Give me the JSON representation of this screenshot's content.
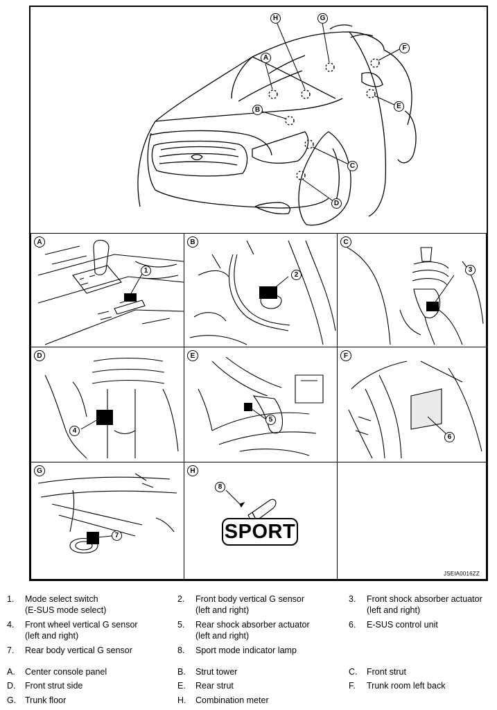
{
  "figure": {
    "reference_code": "JSEIA0016ZZ",
    "overview_markers": [
      "A",
      "B",
      "C",
      "D",
      "E",
      "F",
      "G",
      "H"
    ],
    "panels": [
      {
        "label": "A",
        "callout": "1"
      },
      {
        "label": "B",
        "callout": "2"
      },
      {
        "label": "C",
        "callout": "3"
      },
      {
        "label": "D",
        "callout": "4"
      },
      {
        "label": "E",
        "callout": "5"
      },
      {
        "label": "F",
        "callout": "6"
      },
      {
        "label": "G",
        "callout": "7"
      },
      {
        "label": "H",
        "callout": "8"
      }
    ],
    "sport_lamp_text": "SPORT"
  },
  "legend": {
    "parts": [
      {
        "num": "1.",
        "text": [
          "Mode select switch",
          "(E-SUS mode select)"
        ]
      },
      {
        "num": "2.",
        "text": [
          "Front body vertical G sensor",
          "(left and right)"
        ]
      },
      {
        "num": "3.",
        "text": [
          "Front shock absorber actuator",
          "(left and right)"
        ]
      },
      {
        "num": "4.",
        "text": [
          "Front wheel vertical G sensor",
          "(left and right)"
        ]
      },
      {
        "num": "5.",
        "text": [
          "Rear shock absorber actuator",
          "(left and right)"
        ]
      },
      {
        "num": "6.",
        "text": [
          "E-SUS control unit"
        ]
      },
      {
        "num": "7.",
        "text": [
          "Rear body vertical G sensor"
        ]
      },
      {
        "num": "8.",
        "text": [
          "Sport mode indicator lamp"
        ]
      }
    ],
    "locations": [
      {
        "key": "A.",
        "text": "Center console panel"
      },
      {
        "key": "B.",
        "text": "Strut tower"
      },
      {
        "key": "C.",
        "text": "Front strut"
      },
      {
        "key": "D.",
        "text": "Front strut side"
      },
      {
        "key": "E.",
        "text": "Rear strut"
      },
      {
        "key": "F.",
        "text": "Trunk room left back"
      },
      {
        "key": "G.",
        "text": "Trunk floor"
      },
      {
        "key": "H.",
        "text": "Combination meter"
      }
    ]
  }
}
